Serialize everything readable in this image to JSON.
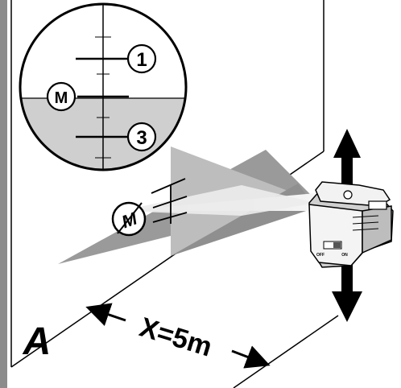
{
  "labels": {
    "marker_top": "1",
    "marker_middle": "M",
    "marker_bottom": "3",
    "beam_marker": "M",
    "distance": "X=5m",
    "wall": "A",
    "switch_off": "OFF",
    "switch_on": "ON"
  },
  "colors": {
    "line": "#000000",
    "wall_edge": "#8c8c8c",
    "beam_dark": "#8f8f8f",
    "beam_mid": "#bdbdbd",
    "beam_light": "#ececec",
    "lens_bottom": "#cfcfcf",
    "device_body": "#f2f2f2",
    "device_shadow": "#c8c8c8"
  },
  "icons": {
    "up_arrow": "arrow-up-icon",
    "down_arrow": "arrow-down-icon",
    "distance_arrows": "double-arrow-icon"
  }
}
